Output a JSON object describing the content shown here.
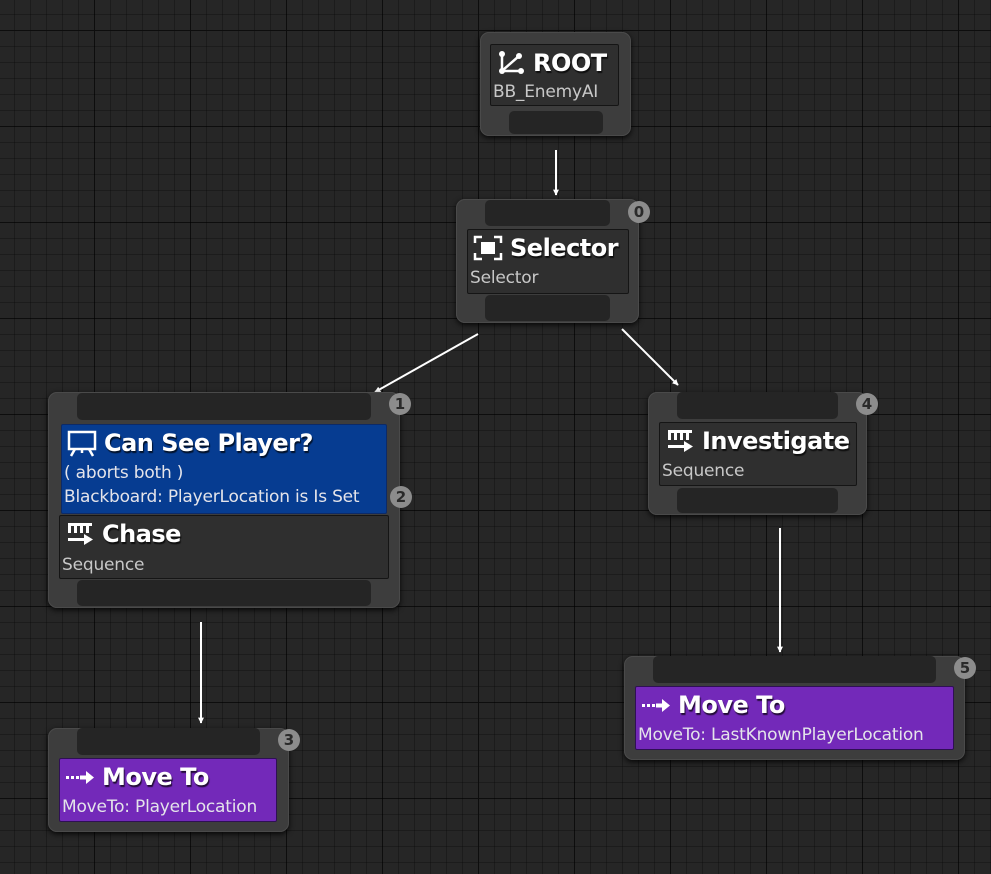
{
  "nodes": {
    "root": {
      "title": "ROOT",
      "subtitle": "BB_EnemyAI",
      "icon": "root-branch-icon"
    },
    "selector": {
      "index": "0",
      "title": "Selector",
      "subtitle": "Selector",
      "icon": "selector-icon"
    },
    "chase": {
      "index": "1",
      "decorator": {
        "index": "2",
        "title": "Can See Player?",
        "abort_text": "( aborts both )",
        "condition": "Blackboard: PlayerLocation is Is Set",
        "icon": "blackboard-decorator-icon"
      },
      "title": "Chase",
      "subtitle": "Sequence",
      "icon": "sequence-icon"
    },
    "investigate": {
      "index": "4",
      "title": "Investigate",
      "subtitle": "Sequence",
      "icon": "sequence-icon"
    },
    "move_to_player": {
      "index": "3",
      "title": "Move To",
      "subtitle": "MoveTo: PlayerLocation",
      "icon": "move-to-icon"
    },
    "move_to_last_known": {
      "index": "5",
      "title": "Move To",
      "subtitle": "MoveTo: LastKnownPlayerLocation",
      "icon": "move-to-icon"
    }
  },
  "colors": {
    "graph_background": "#262626",
    "node_body": "#3d3d3d",
    "decorator": "#063c91",
    "task": "#7329b9",
    "composite": "#2f2f2f",
    "wire": "#ffffff",
    "badge": "#8c8c8c"
  }
}
